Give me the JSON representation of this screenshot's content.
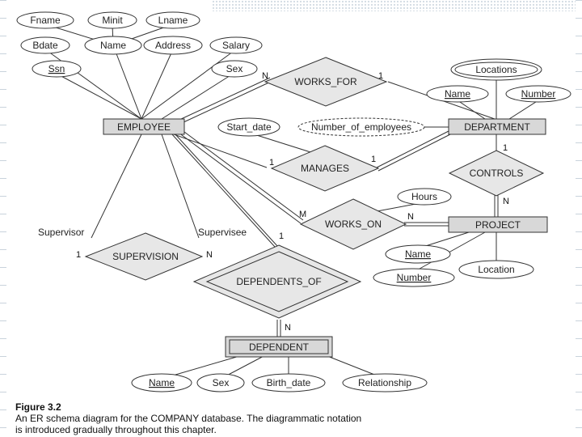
{
  "entities": {
    "employee": "EMPLOYEE",
    "department": "DEPARTMENT",
    "project": "PROJECT",
    "dependent": "DEPENDENT"
  },
  "relationships": {
    "works_for": "WORKS_FOR",
    "manages": "MANAGES",
    "works_on": "WORKS_ON",
    "controls": "CONTROLS",
    "supervision": "SUPERVISION",
    "dependents_of": "DEPENDENTS_OF"
  },
  "attributes": {
    "fname": "Fname",
    "minit": "Minit",
    "lname": "Lname",
    "name": "Name",
    "bdate": "Bdate",
    "address": "Address",
    "salary": "Salary",
    "ssn": "Ssn",
    "sex": "Sex",
    "start_date": "Start_date",
    "number_of_employees": "Number_of_employees",
    "locations": "Locations",
    "dept_name": "Name",
    "dept_number": "Number",
    "hours": "Hours",
    "proj_name": "Name",
    "proj_number": "Number",
    "location": "Location",
    "dep_name": "Name",
    "dep_sex": "Sex",
    "birth_date": "Birth_date",
    "relationship": "Relationship"
  },
  "cardinalities": {
    "works_for_emp": "N",
    "works_for_dept": "1",
    "manages_emp": "1",
    "manages_dept": "1",
    "controls_dept": "1",
    "controls_proj": "N",
    "works_on_emp": "M",
    "works_on_proj": "N",
    "supervision_supervisor": "1",
    "supervision_supervisee": "N",
    "dependents_of_emp": "1",
    "dependents_of_dep": "N"
  },
  "roles": {
    "supervisor": "Supervisor",
    "supervisee": "Supervisee"
  },
  "caption": {
    "figure_label": "Figure 3.2",
    "line1": "An ER schema diagram for the COMPANY database. The diagrammatic notation",
    "line2": "is introduced gradually throughout this chapter."
  }
}
